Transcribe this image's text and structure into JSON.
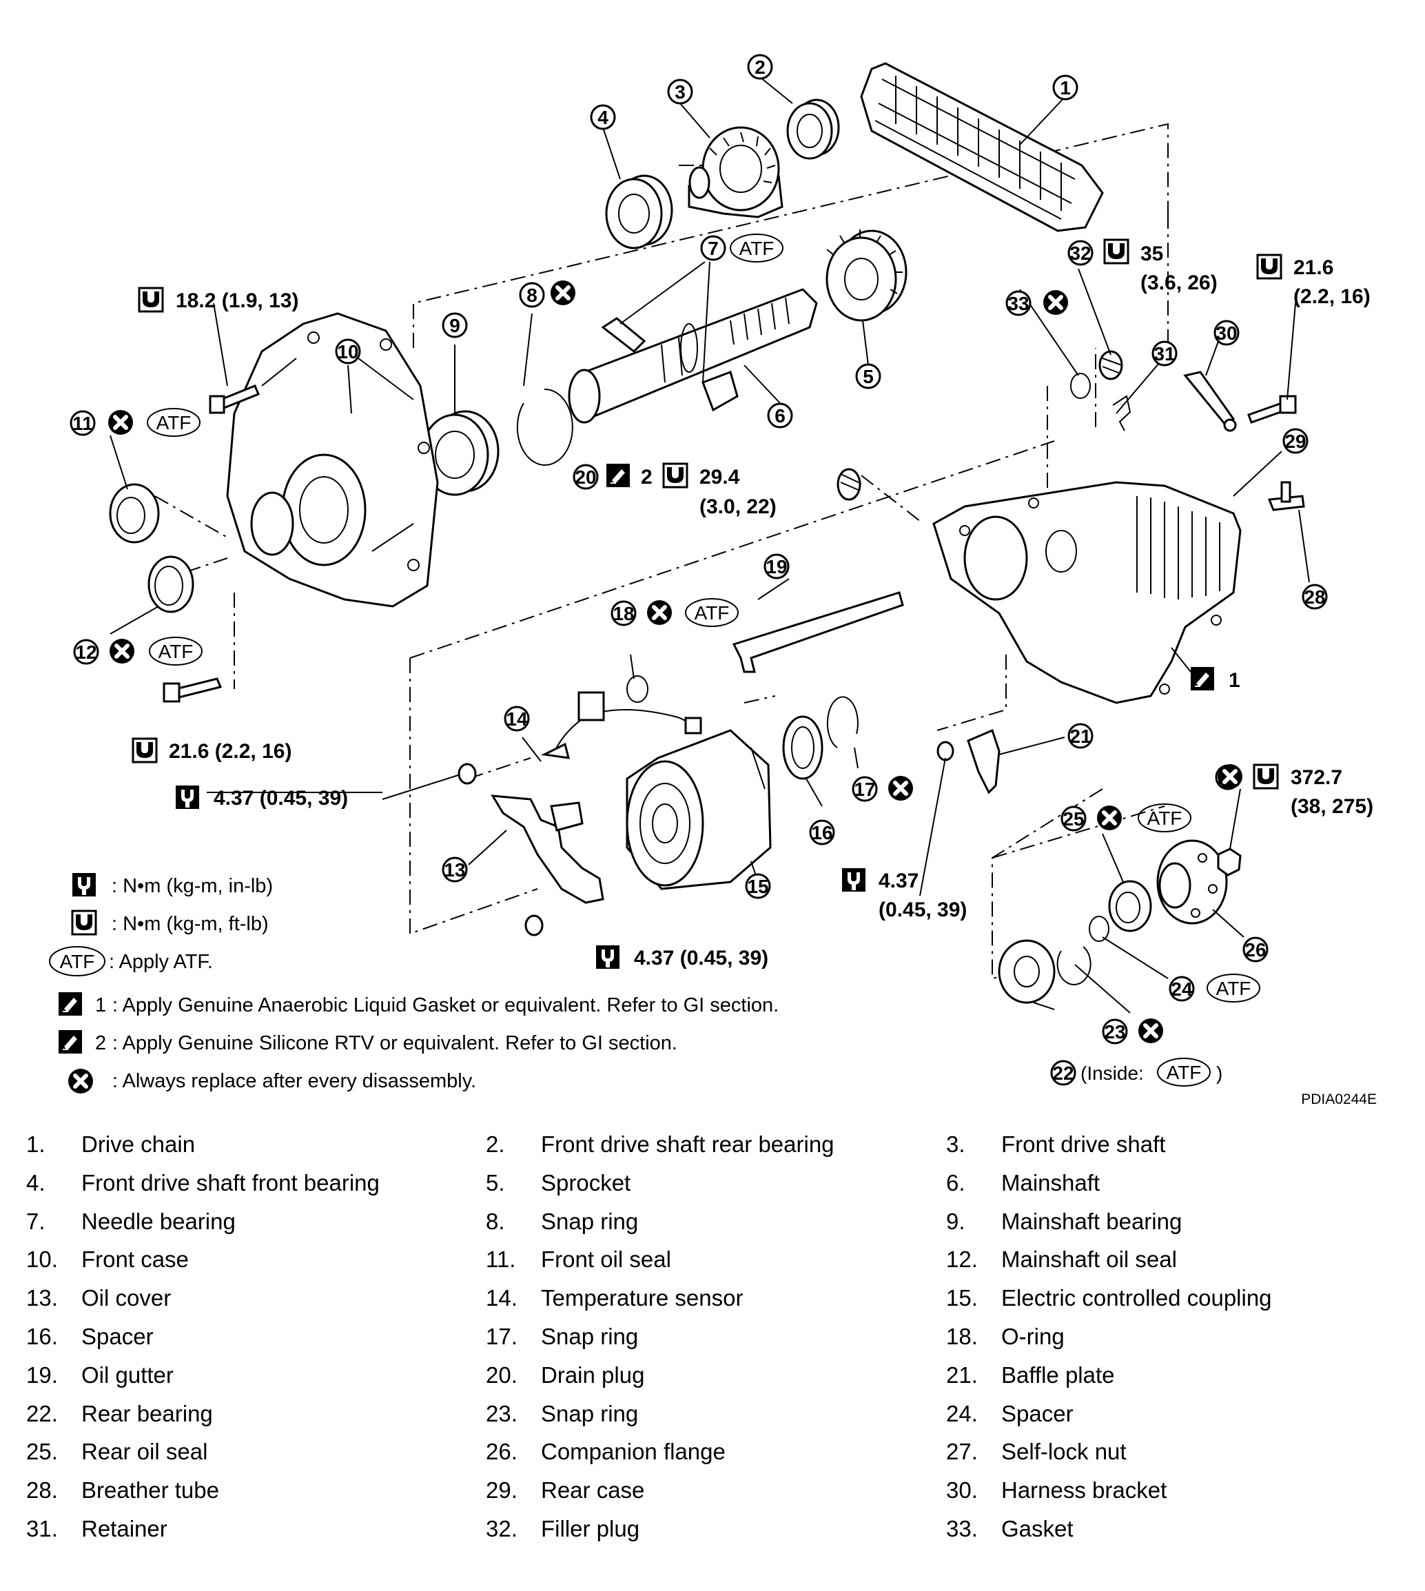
{
  "callouts": {
    "torque_10_bolt": "18.2  (1.9,  13)",
    "torque_32": "35",
    "torque_32b": "(3.6,  26)",
    "torque_30_bolt_a": "21.6",
    "torque_30_bolt_b": "(2.2,  16)",
    "torque_20_a": "29.4",
    "torque_20_b": "(3.0,  22)",
    "sealant_20": "2",
    "torque_front_lower_bolt": "21.6  (2.2,  16)",
    "torque_14_bolt": "4.37  (0.45,  39)",
    "torque_21_bolt_a": "4.37",
    "torque_21_bolt_b": "(0.45,  39)",
    "torque_13_bolt": "4.37  (0.45,  39)",
    "torque_27_a": "372.7",
    "torque_27_b": "(38,  275)",
    "sealant_29": "1",
    "inside_22_prefix": "(Inside:",
    "inside_22_suffix": ")",
    "atf": "ATF"
  },
  "part_numbers": [
    "1",
    "2",
    "3",
    "4",
    "5",
    "6",
    "7",
    "8",
    "9",
    "10",
    "11",
    "12",
    "13",
    "14",
    "15",
    "16",
    "17",
    "18",
    "19",
    "20",
    "21",
    "22",
    "23",
    "24",
    "25",
    "26",
    "27",
    "28",
    "29",
    "30",
    "31",
    "32",
    "33"
  ],
  "legend": {
    "nm_in_lb": ": N•m  (kg-m,   in-lb)",
    "nm_ft_lb": ": N•m  (kg-m,   ft-lb)",
    "atf_label": "ATF",
    "atf_text": ": Apply ATF.",
    "sealant1_num": "1",
    "sealant1_text": ": Apply Genuine Anaerobic Liquid Gasket or equivalent. Refer to GI section.",
    "sealant2_num": "2",
    "sealant2_text": ": Apply Genuine Silicone RTV or equivalent. Refer to GI section.",
    "replace_text": ": Always replace after every disassembly."
  },
  "figure_id": "PDIA0244E",
  "parts": [
    [
      "1.",
      "Drive chain"
    ],
    [
      "2.",
      "Front drive shaft rear bearing"
    ],
    [
      "3.",
      "Front drive shaft"
    ],
    [
      "4.",
      "Front drive shaft front bearing"
    ],
    [
      "5.",
      "Sprocket"
    ],
    [
      "6.",
      "Mainshaft"
    ],
    [
      "7.",
      "Needle bearing"
    ],
    [
      "8.",
      "Snap ring"
    ],
    [
      "9.",
      "Mainshaft bearing"
    ],
    [
      "10.",
      "Front case"
    ],
    [
      "11.",
      "Front oil seal"
    ],
    [
      "12.",
      "Mainshaft oil seal"
    ],
    [
      "13.",
      "Oil cover"
    ],
    [
      "14.",
      "Temperature sensor"
    ],
    [
      "15.",
      "Electric controlled coupling"
    ],
    [
      "16.",
      "Spacer"
    ],
    [
      "17.",
      "Snap ring"
    ],
    [
      "18.",
      "O-ring"
    ],
    [
      "19.",
      "Oil gutter"
    ],
    [
      "20.",
      "Drain plug"
    ],
    [
      "21.",
      "Baffle plate"
    ],
    [
      "22.",
      "Rear bearing"
    ],
    [
      "23.",
      "Snap ring"
    ],
    [
      "24.",
      "Spacer"
    ],
    [
      "25.",
      "Rear oil seal"
    ],
    [
      "26.",
      "Companion flange"
    ],
    [
      "27.",
      "Self-lock nut"
    ],
    [
      "28.",
      "Breather tube"
    ],
    [
      "29.",
      "Rear case"
    ],
    [
      "30.",
      "Harness bracket"
    ],
    [
      "31.",
      "Retainer"
    ],
    [
      "32.",
      "Filler plug"
    ],
    [
      "33.",
      "Gasket"
    ]
  ]
}
